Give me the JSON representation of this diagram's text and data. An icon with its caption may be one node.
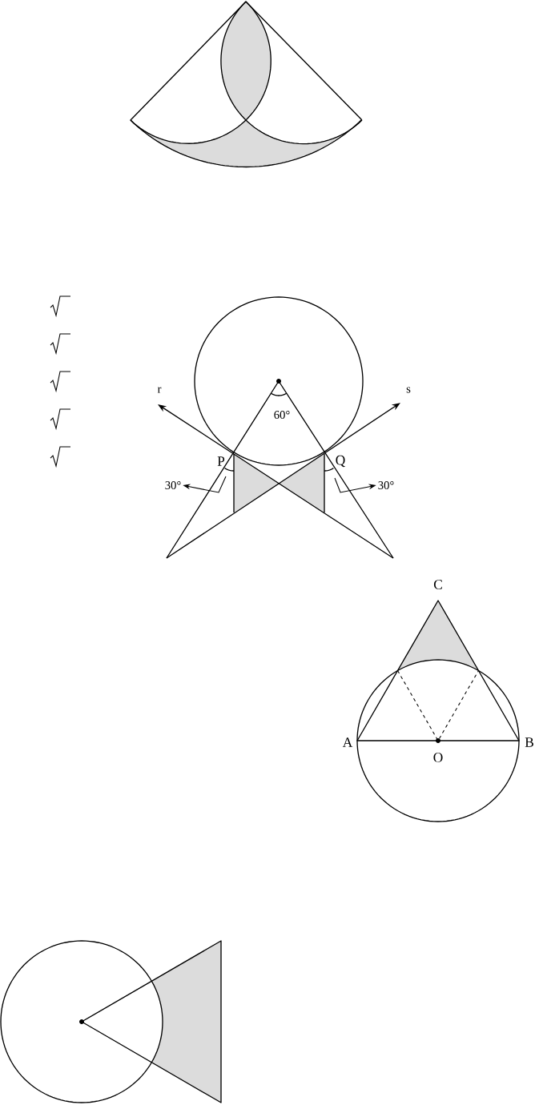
{
  "diagram": {
    "nodes": [
      {
        "text": [
          "30°"
        ]
      },
      {
        "text": [
          "30°"
        ]
      }
    ],
    "edges": [
      {
        "from": null,
        "to": 0,
        "arrow": "to"
      },
      {
        "from": null,
        "to": 1,
        "arrow": "to"
      }
    ],
    "labels": [
      "r",
      "s",
      "60°",
      "P",
      "Q",
      "C",
      "A",
      "O",
      "B"
    ]
  }
}
